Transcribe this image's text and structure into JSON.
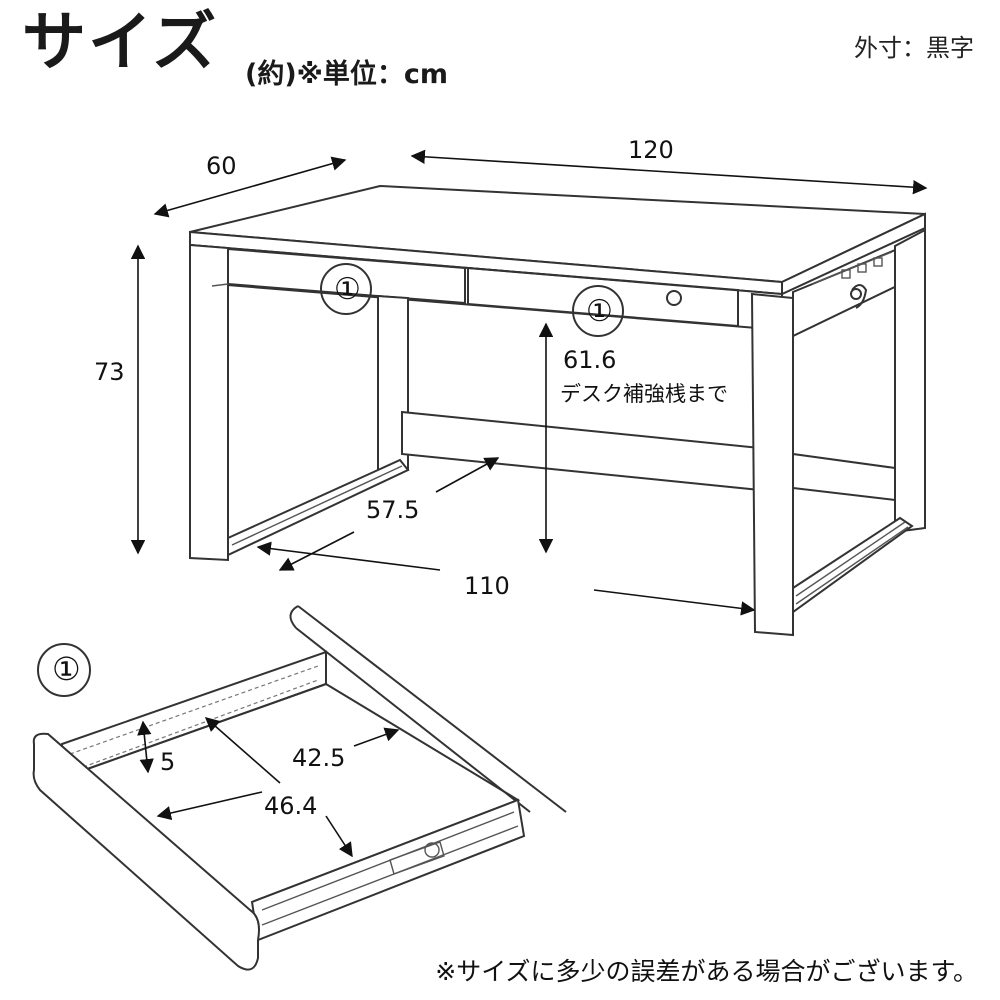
{
  "header": {
    "title": "サイズ",
    "subtitle": "(約)※単位：cm",
    "legend": "外寸：黒字"
  },
  "desk": {
    "depth": "60",
    "width": "120",
    "height": "73",
    "drawer_label": "①",
    "drawer_label_2": "①",
    "knee_height": "61.6",
    "knee_height_note": "デスク補強桟まで",
    "inner_depth": "57.5",
    "inner_width": "110"
  },
  "drawer": {
    "label": "①",
    "height": "5",
    "depth": "42.5",
    "width": "46.4"
  },
  "footer": {
    "note": "※サイズに多少の誤差がある場合がございます。"
  }
}
